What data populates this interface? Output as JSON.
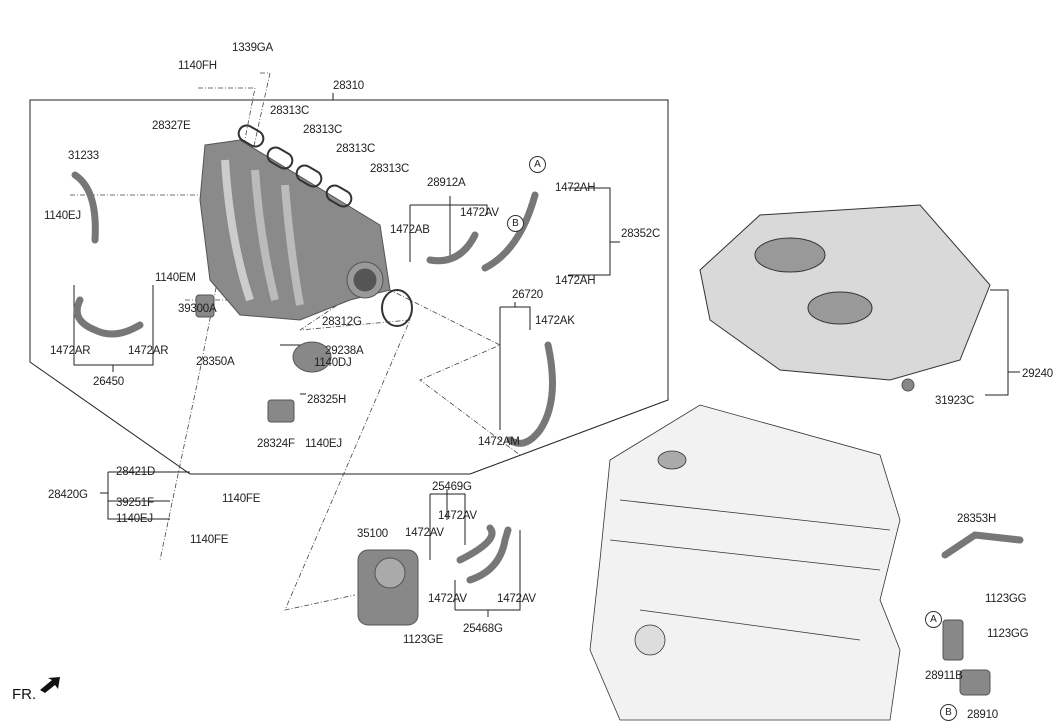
{
  "diagram_title_ref": "28310",
  "labels": {
    "l1339GA": "1339GA",
    "l1140FH": "1140FH",
    "l28310": "28310",
    "l28313C_1": "28313C",
    "l28313C_2": "28313C",
    "l28313C_3": "28313C",
    "l28313C_4": "28313C",
    "l28327E": "28327E",
    "l31233": "31233",
    "l1140EJ_1": "1140EJ",
    "l28912A": "28912A",
    "l1472AH_1": "1472AH",
    "l1472AH_2": "1472AH",
    "l1472AV_1": "1472AV",
    "l1472AB": "1472AB",
    "l28352C": "28352C",
    "l1140EM": "1140EM",
    "l26720": "26720",
    "l1472AK": "1472AK",
    "l28312G": "28312G",
    "l39300A": "39300A",
    "l1472AR_1": "1472AR",
    "l1472AR_2": "1472AR",
    "l29238A": "29238A",
    "l28350A": "28350A",
    "l1140DJ": "1140DJ",
    "l26450": "26450",
    "l28325H": "28325H",
    "l1472AM": "1472AM",
    "l28324F": "28324F",
    "l1140EJ_2": "1140EJ",
    "l28421D": "28421D",
    "l28420G": "28420G",
    "l39251F": "39251F",
    "l1140FE_1": "1140FE",
    "l1140EJ_3": "1140EJ",
    "l1140FE_2": "1140FE",
    "l25469G": "25469G",
    "l1472AV_2": "1472AV",
    "l1472AV_3": "1472AV",
    "l35100": "35100",
    "l1472AV_4": "1472AV",
    "l1472AV_5": "1472AV",
    "l25468G": "25468G",
    "l1123GE": "1123GE",
    "l29240": "29240",
    "l31923C": "31923C",
    "l28353H": "28353H",
    "l1123GG_1": "1123GG",
    "l1123GG_2": "1123GG",
    "l28911B": "28911B",
    "l28910": "28910"
  },
  "callouts": {
    "a1": "A",
    "b1": "B",
    "a2": "A",
    "b2": "B"
  },
  "front_marker": "FR."
}
